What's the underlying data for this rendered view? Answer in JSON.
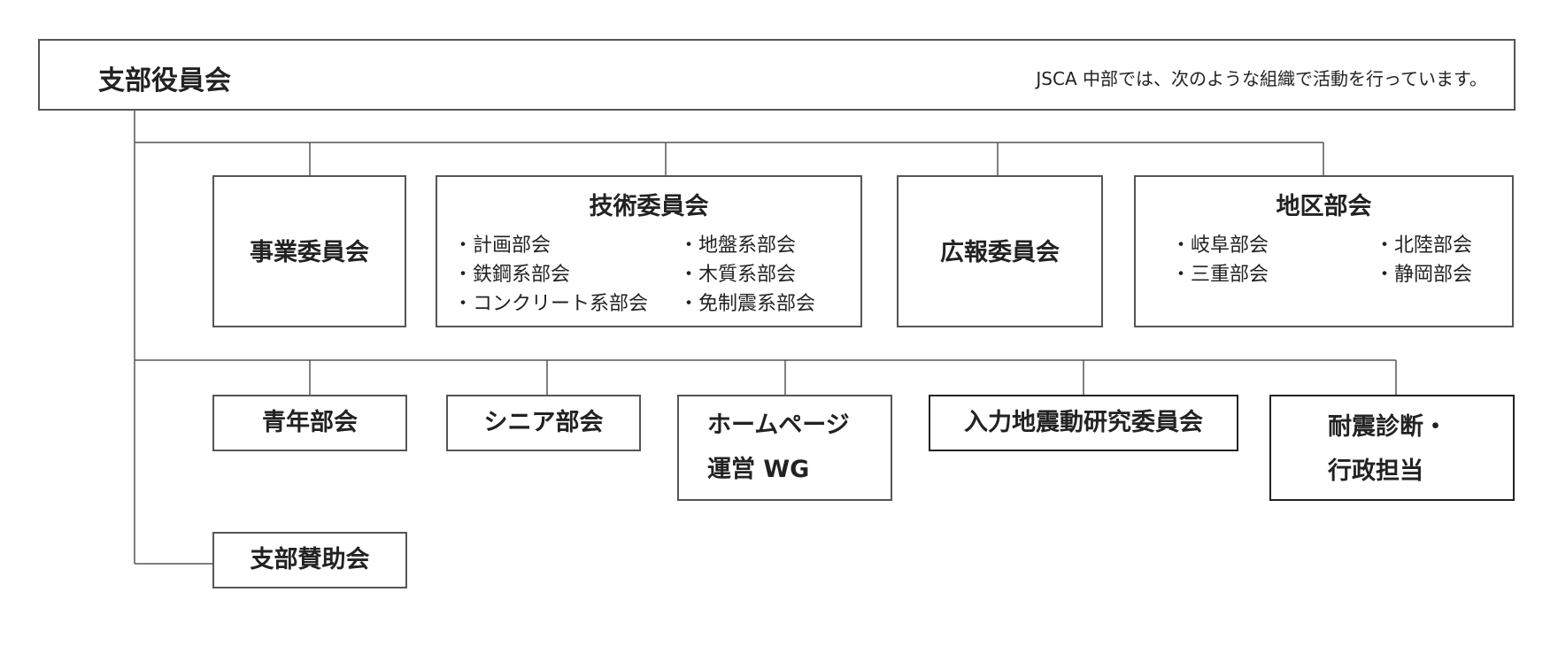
{
  "header": {
    "title": "支部役員会",
    "note": "JSCA 中部では、次のような組織で活動を行っています。"
  },
  "row1": {
    "jigyo": {
      "title": "事業委員会"
    },
    "gijutsu": {
      "title": "技術委員会",
      "left": [
        "・計画部会",
        "・鉄鋼系部会",
        "・コンクリート系部会"
      ],
      "right": [
        "・地盤系部会",
        "・木質系部会",
        "・免制震系部会"
      ]
    },
    "koho": {
      "title": "広報委員会"
    },
    "chiku": {
      "title": "地区部会",
      "left": [
        "・岐阜部会",
        "・三重部会"
      ],
      "right": [
        "・北陸部会",
        "・静岡部会"
      ]
    }
  },
  "row2": {
    "seinen": {
      "title": "青年部会"
    },
    "senior": {
      "title": "シニア部会"
    },
    "homepage": {
      "line1": "ホームページ",
      "line2": "運営 WG"
    },
    "nyuryoku": {
      "title": "入力地震動研究委員会"
    },
    "taishin": {
      "line1": "耐震診断・",
      "line2": "行政担当"
    }
  },
  "row3": {
    "sanjo": {
      "title": "支部賛助会"
    }
  }
}
